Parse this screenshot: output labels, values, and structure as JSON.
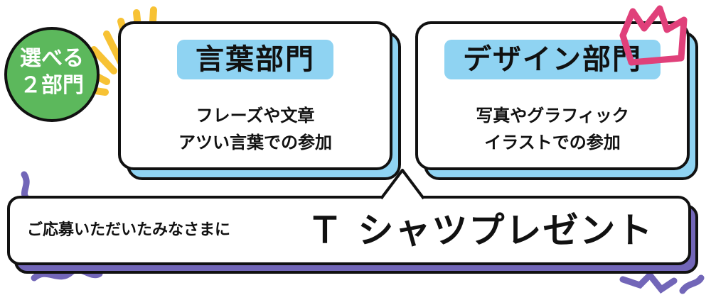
{
  "badge": {
    "line1": "選べる",
    "line2": "２部門"
  },
  "cards": [
    {
      "title": "言葉部門",
      "desc_line1": "フレーズや文章",
      "desc_line2": "アツい言葉での参加"
    },
    {
      "title": "デザイン部門",
      "desc_line1": "写真やグラフィック",
      "desc_line2": "イラストでの参加"
    }
  ],
  "banner": {
    "lead": "ご応募いただいたみなさまに",
    "main": "Ｔ シャツプレゼント"
  },
  "colors": {
    "card_accent": "#8fd3f2",
    "badge_green": "#5cb85c",
    "banner_shadow": "#7266b8",
    "burst_yellow": "#f7c234",
    "crown_pink": "#e0407a",
    "squiggle_purple": "#7266b8"
  }
}
